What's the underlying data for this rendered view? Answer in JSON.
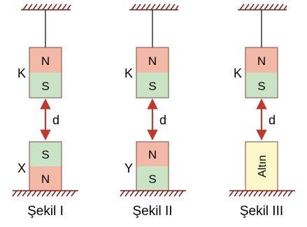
{
  "panels": [
    {
      "caption": "Şekil I",
      "top_magnet": {
        "label": "K",
        "upper": "N",
        "lower": "S"
      },
      "distance_label": "d",
      "bottom_object": {
        "kind": "magnet",
        "label": "X",
        "upper": "S",
        "lower": "N"
      }
    },
    {
      "caption": "Şekil II",
      "top_magnet": {
        "label": "K",
        "upper": "N",
        "lower": "S"
      },
      "distance_label": "d",
      "bottom_object": {
        "kind": "magnet",
        "label": "Y",
        "upper": "N",
        "lower": "S"
      }
    },
    {
      "caption": "Şekil III",
      "top_magnet": {
        "label": "K",
        "upper": "N",
        "lower": "S"
      },
      "distance_label": "d",
      "bottom_object": {
        "kind": "block",
        "text": "Altın"
      }
    }
  ],
  "colors": {
    "north_fill": "#f2b9a6",
    "south_fill": "#c9e4c5",
    "gold_fill": "#fcf7c8",
    "magnet_border": "#7a4a3a",
    "arrow": "#c0392b",
    "hatch": "#8b1a1a",
    "string": "#000000",
    "text": "#000000"
  }
}
